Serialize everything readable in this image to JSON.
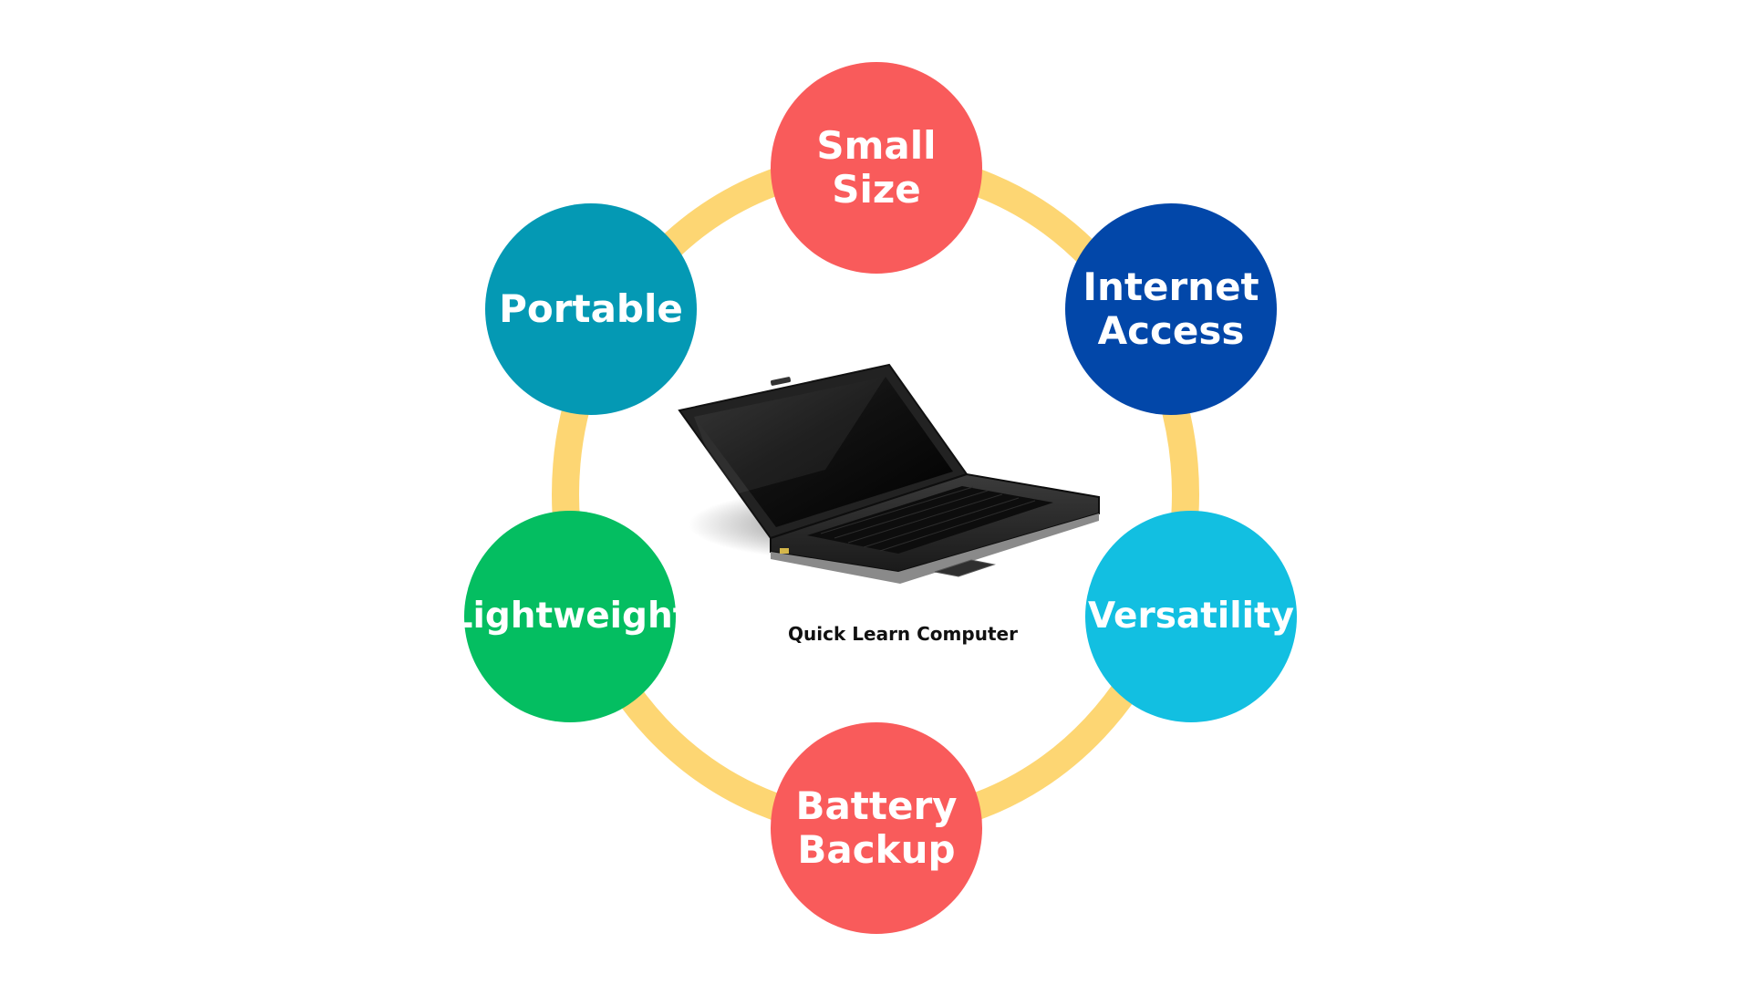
{
  "center": {
    "caption": "Quick Learn Computer",
    "image": "laptop"
  },
  "ring_color": "#FDD673",
  "nodes": [
    {
      "id": "small-size",
      "label": "Small\nSize",
      "color": "#F95B5B"
    },
    {
      "id": "internet-access",
      "label": "Internet\nAccess",
      "color": "#0247A9"
    },
    {
      "id": "versatility",
      "label": "Versatility",
      "color": "#12BFE1"
    },
    {
      "id": "battery-backup",
      "label": "Battery\nBackup",
      "color": "#F95B5B"
    },
    {
      "id": "lightweight",
      "label": "Lightweight",
      "color": "#04BE61"
    },
    {
      "id": "portable",
      "label": "Portable",
      "color": "#0499B4"
    }
  ]
}
